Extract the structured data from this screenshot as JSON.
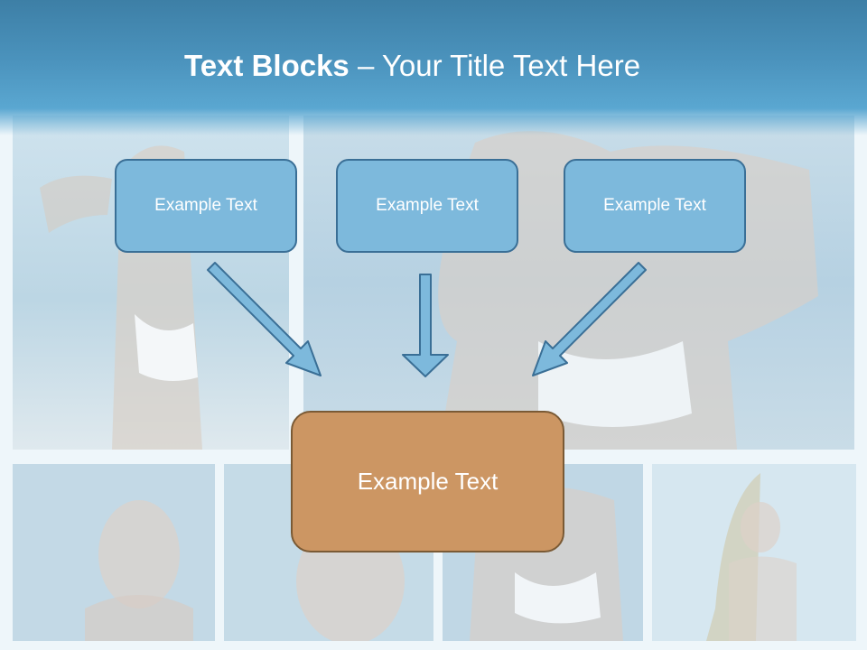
{
  "slide": {
    "title_bold": "Text Blocks",
    "title_dash": " – ",
    "title_rest": "Your Title Text Here"
  },
  "blocks": {
    "top_left": "Example Text",
    "top_center": "Example Text",
    "top_right": "Example Text",
    "bottom": "Example Text"
  },
  "colors": {
    "header": "#4b93bd",
    "block_fill": "#7db9dc",
    "block_border": "#3a6f96",
    "center_fill": "#cc9663",
    "arrow_fill": "#7db9dc"
  },
  "icons": {
    "arrow_left": "arrow-down-right-icon",
    "arrow_center": "arrow-down-icon",
    "arrow_right": "arrow-down-left-icon"
  }
}
